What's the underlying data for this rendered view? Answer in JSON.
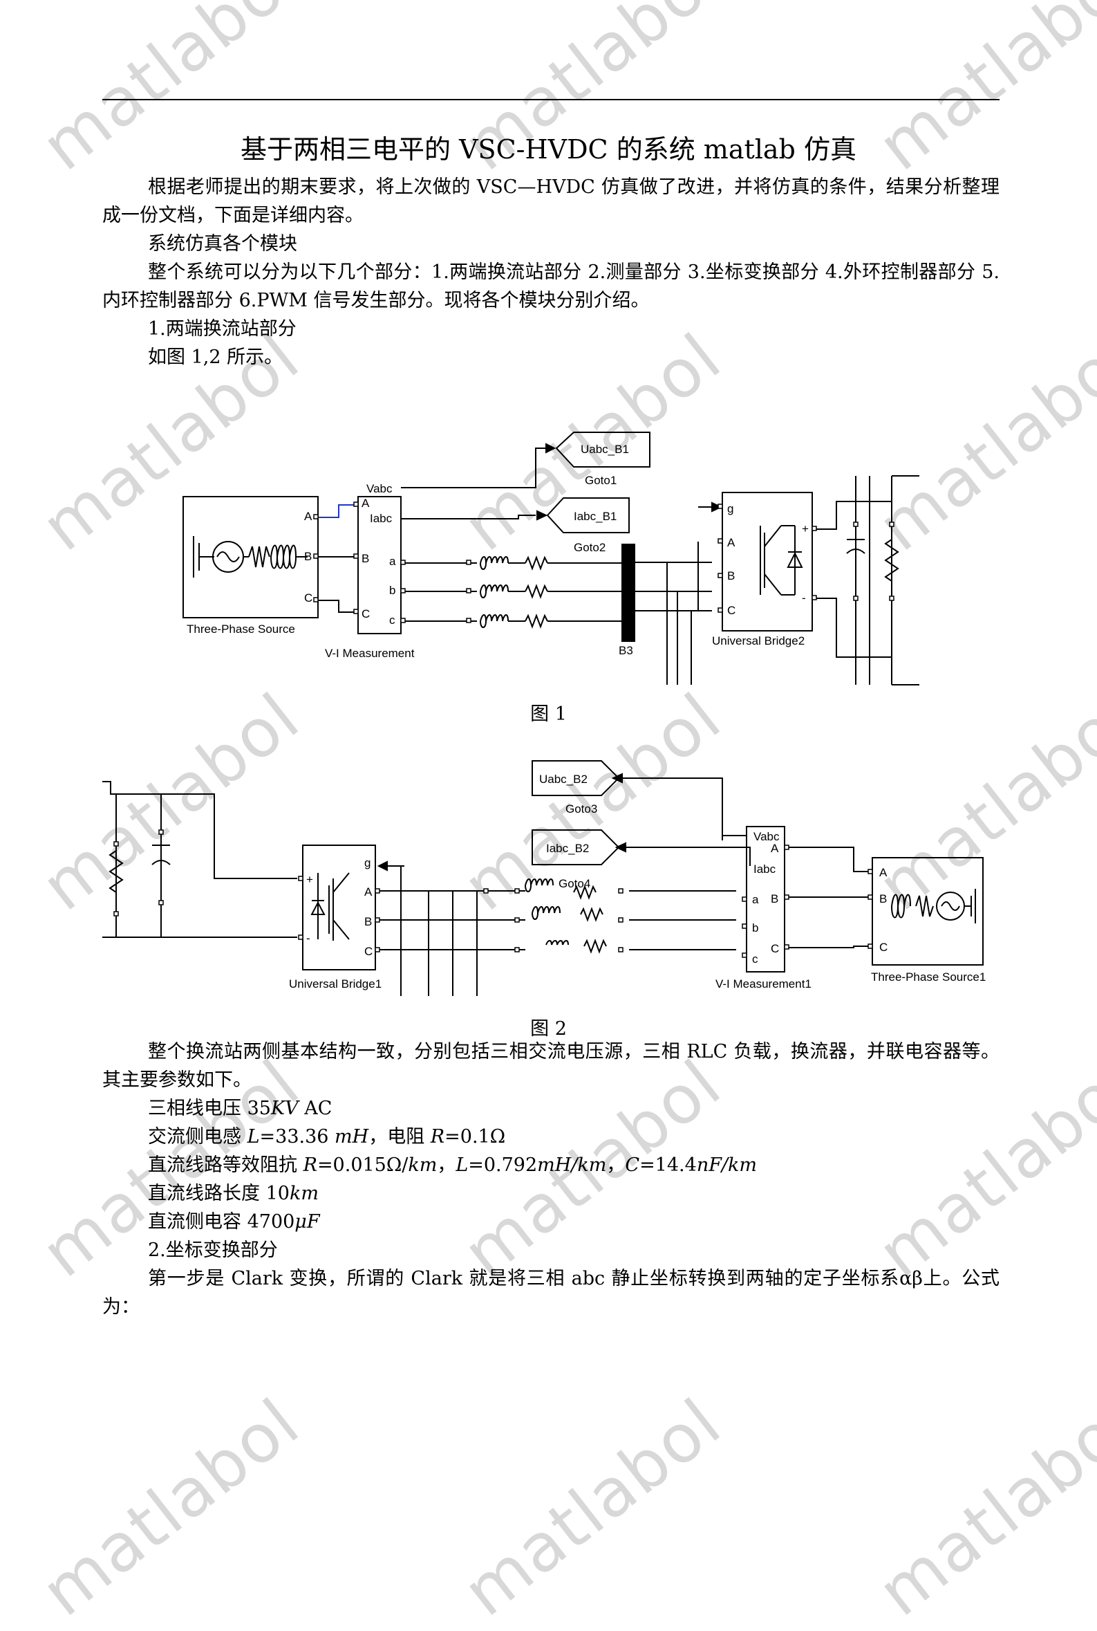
{
  "watermark": "matlabol",
  "title": "基于两相三电平的 VSC-HVDC 的系统 matlab 仿真",
  "intro": {
    "p1": "根据老师提出的期末要求，将上次做的 VSC—HVDC 仿真做了改进，并将仿真的条件，结果分析整理成一份文档，下面是详细内容。",
    "h_modules": "系统仿真各个模块",
    "p2": "整个系统可以分为以下几个部分：1.两端换流站部分 2.测量部分 3.坐标变换部分 4.外环控制器部分 5.内环控制器部分 6.PWM 信号发生部分。现将各个模块分别介绍。",
    "h_part1": "1.两端换流站部分",
    "see_fig": "如图 1,2 所示。"
  },
  "fig1": {
    "caption": "图 1",
    "labels": {
      "source": "Three-Phase Source",
      "vi": "V-I Measurement",
      "bus": "B3",
      "bridge": "Universal Bridge2",
      "goto1": "Goto1",
      "goto2": "Goto2",
      "uabc": "Uabc_B1",
      "iabc": "Iabc_B1",
      "vabc_port": "Vabc",
      "iabc_port": "Iabc",
      "A": "A",
      "B": "B",
      "C": "C",
      "a": "a",
      "b": "b",
      "c": "c",
      "g": "g",
      "plus": "+",
      "minus": "-"
    }
  },
  "fig2": {
    "caption": "图 2",
    "labels": {
      "source": "Three-Phase Source1",
      "vi": "V-I Measurement1",
      "bridge": "Universal Bridge1",
      "goto3": "Goto3",
      "goto4": "Goto4",
      "uabc": "Uabc_B2",
      "iabc": "Iabc_B2",
      "vabc_port": "Vabc",
      "iabc_port": "Iabc",
      "A": "A",
      "B": "B",
      "C": "C",
      "a": "a",
      "b": "b",
      "c": "c",
      "g": "g",
      "plus": "+",
      "minus": "-"
    }
  },
  "params": {
    "p3": "整个换流站两侧基本结构一致，分别包括三相交流电压源，三相 RLC 负载，换流器，并联电容器等。其主要参数如下。",
    "voltage_a": "三相线电压  35",
    "voltage_unit": "KV",
    "voltage_b": " AC",
    "ac_a": "交流侧电感 ",
    "ac_L": "L",
    "ac_b": "=33.36 ",
    "ac_mH": "mH",
    "ac_c": "，电阻 ",
    "ac_R": "R",
    "ac_d": "=0.1Ω",
    "dc_a": "直流线路等效阻抗 ",
    "dc_R": "R",
    "dc_b": "=0.015Ω/",
    "dc_km1": "km",
    "dc_c": "，",
    "dc_L": "L",
    "dc_d": "=0.792",
    "dc_mH": "mH/km",
    "dc_e": "，",
    "dc_C": "C",
    "dc_f": "=14.4",
    "dc_nF": "nF/km",
    "len_a": "直流线路长度 10",
    "len_km": "km",
    "cap_a": "直流侧电容 4700",
    "cap_uF": "μF",
    "h_part2": "2.坐标变换部分",
    "p4": "第一步是 Clark 变换，所谓的 Clark 就是将三相 abc 静止坐标转换到两轴的定子坐标系αβ上。公式为："
  }
}
